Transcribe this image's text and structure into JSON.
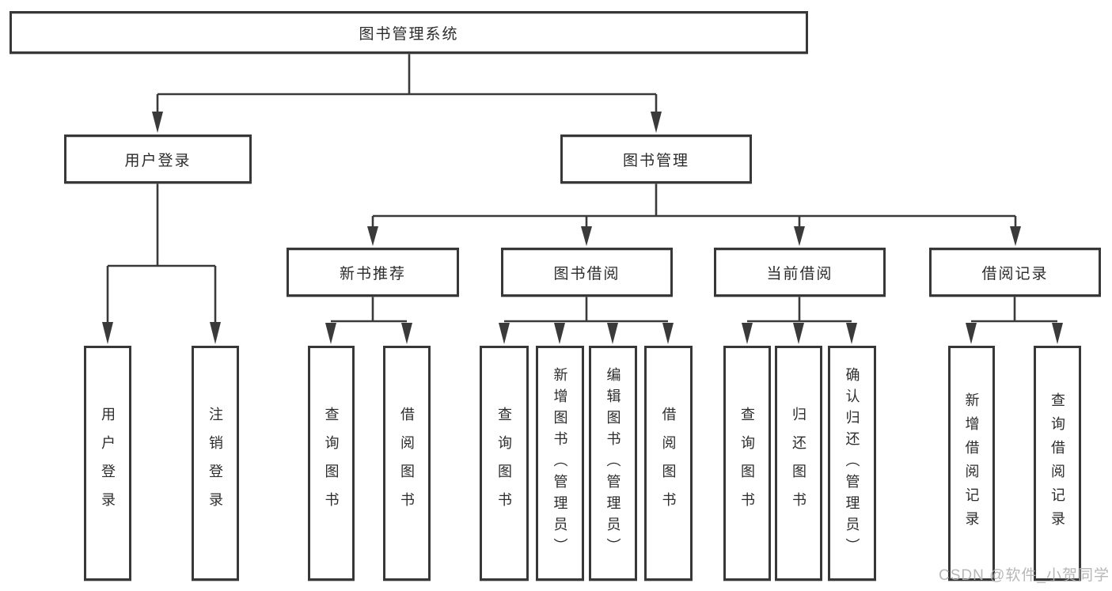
{
  "title": "图书管理系统",
  "branches": [
    {
      "label": "用户登录",
      "children": [
        {
          "label": "用户登录"
        },
        {
          "label": "注销登录"
        }
      ]
    },
    {
      "label": "图书管理",
      "children": [
        {
          "label": "新书推荐",
          "children": [
            {
              "label": "查询图书"
            },
            {
              "label": "借阅图书"
            }
          ]
        },
        {
          "label": "图书借阅",
          "children": [
            {
              "label": "查询图书"
            },
            {
              "label": "新增图书（管理员）"
            },
            {
              "label": "编辑图书（管理员）"
            },
            {
              "label": "借阅图书"
            }
          ]
        },
        {
          "label": "当前借阅",
          "children": [
            {
              "label": "查询图书"
            },
            {
              "label": "归还图书"
            },
            {
              "label": "确认归还（管理员）"
            }
          ]
        },
        {
          "label": "借阅记录",
          "children": [
            {
              "label": "新增借阅记录"
            },
            {
              "label": "查询借阅记录"
            }
          ]
        }
      ]
    }
  ],
  "watermark": "CSDN @软件_小贺同学",
  "colors": {
    "line": "#3a3a3a",
    "text": "#2d2d2d",
    "watermark": "#b1b1b1",
    "background": "#ffffff"
  }
}
